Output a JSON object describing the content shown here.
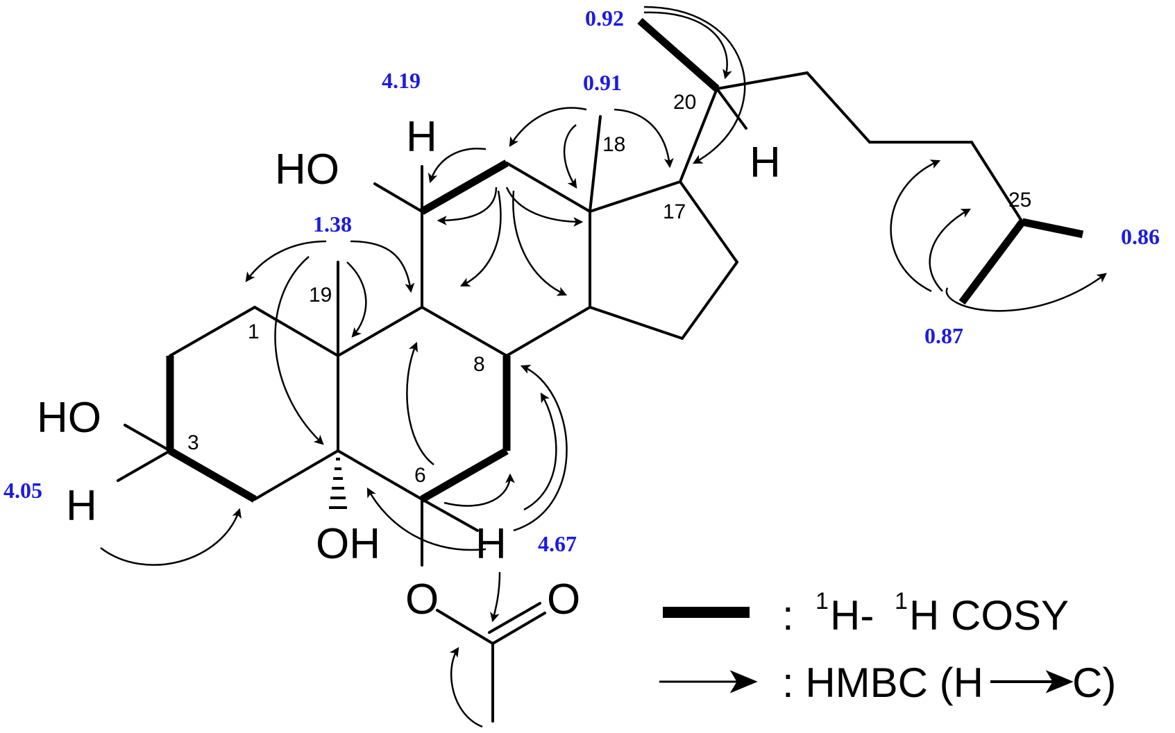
{
  "atoms": {
    "ho_12": "HO",
    "h_12": "H",
    "ho_3": "HO",
    "h_3": "H",
    "oh_5": "OH",
    "h_6": "H",
    "h_20": "H",
    "o_ester": "O",
    "o_carbonyl": "O"
  },
  "numbers": {
    "c1": "1",
    "c3": "3",
    "c6": "6",
    "c8": "8",
    "c17": "17",
    "c18": "18",
    "c19": "19",
    "c20": "20",
    "c25": "25"
  },
  "shifts": {
    "h20_methyl": "0.92",
    "h12": "4.19",
    "h18": "0.91",
    "h19": "1.38",
    "h3": "4.05",
    "h6": "4.67",
    "h26": "0.86",
    "h27": "0.87"
  },
  "colors": {
    "shift_label": "#1a1ae6",
    "structure": "#000000"
  },
  "legend": {
    "cosy_colon": ":",
    "cosy_sup1": "1",
    "cosy_h1": "H-",
    "cosy_sup2": "1",
    "cosy_h2": "H COSY",
    "hmbc_label": ": HMBC (H",
    "hmbc_end": "C)"
  }
}
